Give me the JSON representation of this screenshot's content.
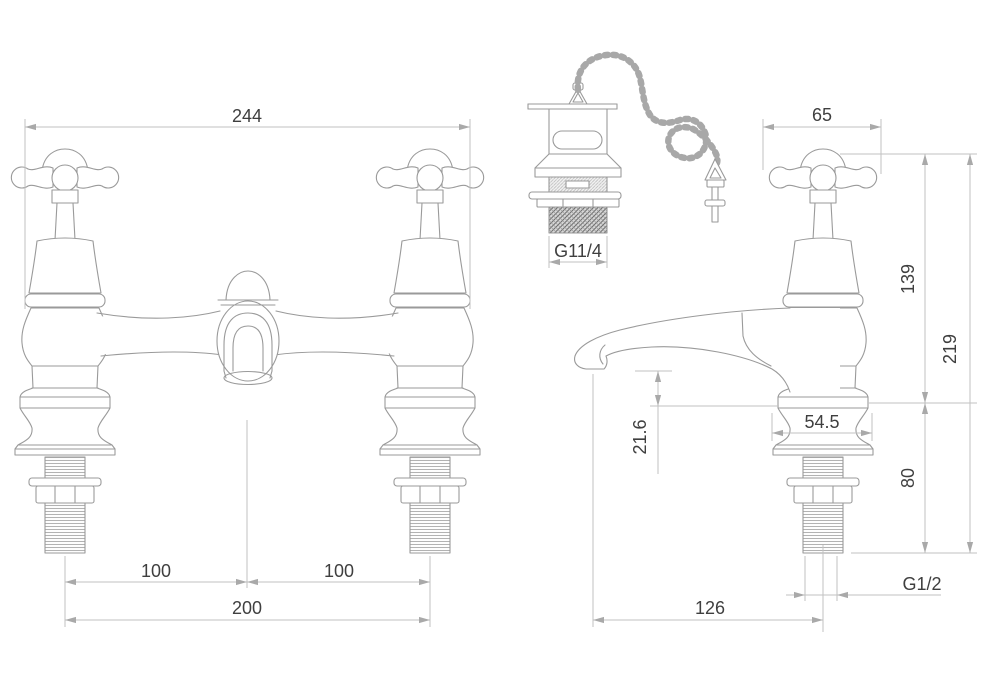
{
  "dimensions": {
    "front_overall_width": "244",
    "front_left_tail_to_centre": "100",
    "front_centre_to_right_tail": "100",
    "front_tail_centres": "200",
    "waste_thread_size": "G11/4",
    "side_handle_width": "65",
    "side_deck_to_handle_top": "139",
    "side_overall_height": "219",
    "side_spout_clearance": "21.6",
    "side_body_width": "54.5",
    "side_tail_length": "80",
    "side_tail_thread_size": "G1/2",
    "side_spout_projection": "126"
  },
  "colors": {
    "background": "#ffffff",
    "outline": "#9a9a9a",
    "dimension_lines": "#c2c2c2",
    "text": "#3f3f3f"
  }
}
